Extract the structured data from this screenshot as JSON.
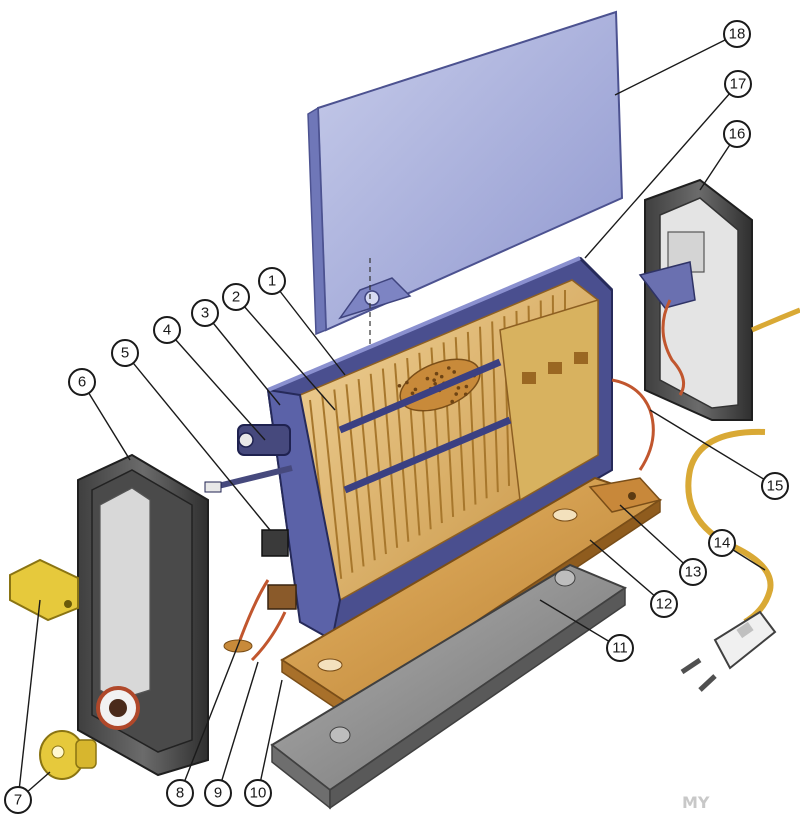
{
  "diagram": {
    "colors": {
      "metal": "#5d63a5",
      "metal_light": "#9ea6d6",
      "metal_dark": "#363a72",
      "heater": "#e0b35e",
      "heater_dark": "#a7772c",
      "base_board": "#d49a4a",
      "base_board_dark": "#9a6722",
      "side_panel": "#5a5a5a",
      "side_panel_dark": "#2e2e2e",
      "tray": "#8f8f8f",
      "knob": "#e6c93c",
      "cord": "#d9a935",
      "wire": "#c1562e",
      "plug": "#f0f0f0"
    },
    "callouts": [
      {
        "label": "1"
      },
      {
        "label": "2"
      },
      {
        "label": "3"
      },
      {
        "label": "4"
      },
      {
        "label": "5"
      },
      {
        "label": "6"
      },
      {
        "label": "7"
      },
      {
        "label": "8"
      },
      {
        "label": "9"
      },
      {
        "label": "10"
      },
      {
        "label": "11"
      },
      {
        "label": "12"
      },
      {
        "label": "13"
      },
      {
        "label": "14"
      },
      {
        "label": "15"
      },
      {
        "label": "16"
      },
      {
        "label": "17"
      },
      {
        "label": "18"
      }
    ],
    "watermark": "MY"
  }
}
